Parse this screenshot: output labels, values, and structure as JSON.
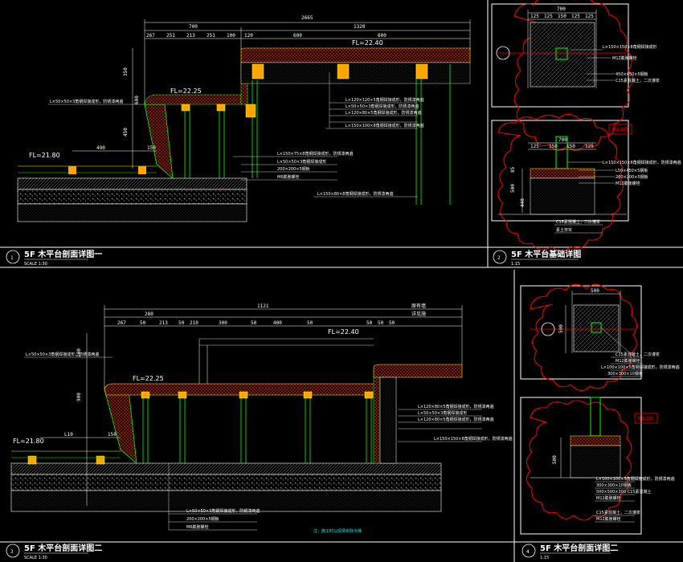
{
  "panels": {
    "tl": {
      "title": "5F 木平台剖面详图一",
      "subtitle": "SCALE 1:30",
      "number": "1",
      "fl_upper": "FL=22.40",
      "fl_mid": "FL=22.25",
      "fl_lower": "FL=21.80",
      "dims_top": [
        "267",
        "251",
        "213",
        "251",
        "100",
        "120",
        "600",
        "600"
      ],
      "dim_total": "2665",
      "dim_left": "700",
      "dim_right": "1320",
      "dim_490": "490",
      "dim_150": "150",
      "dims_vert": [
        "350",
        "450",
        "600"
      ],
      "notes": [
        "L×50×50×3角钢焊接成形，防锈漆两遍",
        "L×120×120×5角钢焊接成形，防锈漆两遍",
        "L×50×50×3角钢焊接成形，防锈漆两遍",
        "L×120×80×5角钢焊接成形，防锈漆两遍",
        "L×150×100×8角钢焊接成形，防锈漆两遍",
        "L×150×75×8角钢焊接成形，防锈漆两遍",
        "L×50×50×3角钢焊接成形",
        "200×200×5钢板",
        "M6膨胀螺栓",
        "L×150×80×8角钢焊接成形，防锈漆两遍"
      ]
    },
    "tr": {
      "title": "5F 木平台基础详图",
      "subtitle": "1:15",
      "number": "2",
      "dims_top": [
        "125",
        "125",
        "150",
        "125",
        "125"
      ],
      "dim_total": "700",
      "dim_top_base": "700",
      "dims_base": [
        "125",
        "150",
        "150",
        "125"
      ],
      "dims_vert_base": [
        "500",
        "85",
        "440"
      ],
      "notes": [
        "L×150×150×8角钢焊接成形",
        "M12膨胀螺栓",
        "450×450×5钢板",
        "C15素混凝土，二次灌浆",
        "L×150×150×8角钢焊接成形，防锈漆两遍",
        "L50×450×5钢板",
        "200×200×5钢板",
        "M12膨胀螺栓",
        "C15素混凝土，二次灌浆",
        "素土夯实"
      ],
      "stamp": "基础详图"
    },
    "bl": {
      "title": "5F 木平台剖面详图二",
      "subtitle": "SCALE 1:30",
      "number": "3",
      "fl_upper": "FL=22.40",
      "fl_mid": "FL=22.25",
      "fl_lower": "FL=21.80",
      "dim_total": "1121",
      "dim_left": "280",
      "dims_top": [
        "267",
        "50",
        "213",
        "50",
        "210",
        "300",
        "50",
        "400",
        "50",
        "50",
        "50",
        "50"
      ],
      "dim_right_a": "原有墙",
      "dim_right_b": "详见施",
      "dim_l": "L10",
      "dim_150": "150",
      "dims_vert": [
        "200",
        "900"
      ],
      "notes": [
        "L×50×50×3角钢焊接成形，防锈漆两遍",
        "L×120×80×5角钢焊接成形，防锈漆两遍",
        "L×50×50×3角钢焊接成形",
        "L×120×80×5角钢焊接成形，防锈漆两遍",
        "L×150×150×8角钢焊接成形，防锈漆两遍",
        "L×50×50×3角钢焊接成形，防锈漆两遍",
        "200×200×5钢板",
        "M6膨胀螺栓"
      ],
      "bottom_note": "注：施工时以现场实际为准"
    },
    "br": {
      "title": "5F 木平台剖面详图二",
      "subtitle": "1:15",
      "number": "4",
      "dim_top": "500",
      "dim_left": "500",
      "dim_vert": "500",
      "notes": [
        "C15素混凝土，二次灌浆",
        "M12膨胀螺栓",
        "L×100×100×5角钢焊接成形，防锈漆两遍",
        "300×300×10钢板",
        "L×100×100×5角钢焊接成形，防锈漆两遍",
        "300×300×10钢板",
        "500×500×300 C15素混凝土",
        "M12膨胀螺栓",
        "C15素混凝土，二次灌浆",
        "M12膨胀螺栓"
      ],
      "stamp": "基础详图"
    }
  },
  "colors": {
    "frame": "#ffffff",
    "cloud": "#ff0000",
    "steel": "#00ff00",
    "wood": "#ff2a00",
    "deck": "#ffff00",
    "leader": "#ffffff",
    "hatch": "#8a8a8a",
    "label": "#00ffff"
  }
}
